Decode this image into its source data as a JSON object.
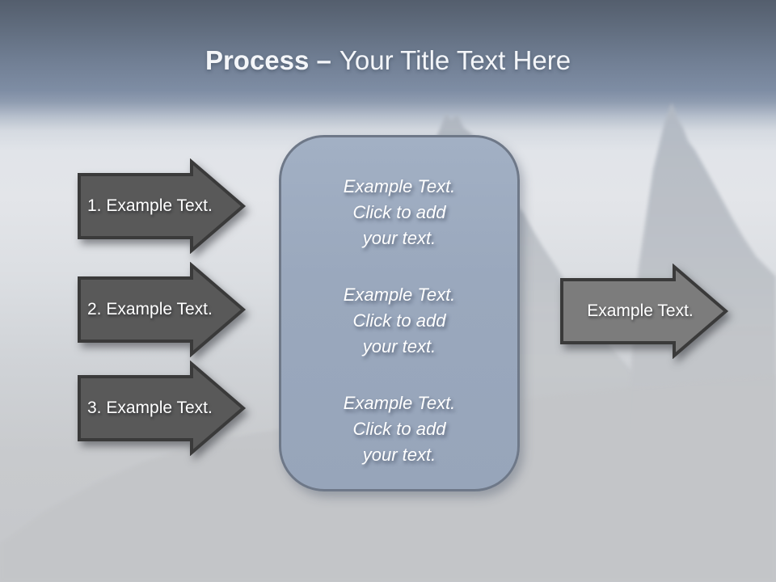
{
  "slide": {
    "title": {
      "bold_part": "Process –",
      "regular_part": "Your Title Text Here"
    }
  },
  "left_arrows": [
    {
      "label": "1. Example Text."
    },
    {
      "label": "2. Example Text."
    },
    {
      "label": "3. Example Text."
    }
  ],
  "panel": {
    "blocks": [
      "Example Text.\nClick  to add\nyour text.",
      "Example Text.\nClick  to add\nyour text.",
      "Example Text.\nClick  to add\nyour text."
    ]
  },
  "right_arrow": {
    "label": "Example Text."
  },
  "colors": {
    "band_top": "#545e6d",
    "band_mid": "#7e8da4",
    "mist": "#dcdfe3",
    "left_arrow_fill": "#595959",
    "right_arrow_fill": "#7c7c7c",
    "arrow_border": "#3a3a3a",
    "panel_fill": "#9aa8bd",
    "panel_border": "#6e7888",
    "text": "#ffffff"
  }
}
